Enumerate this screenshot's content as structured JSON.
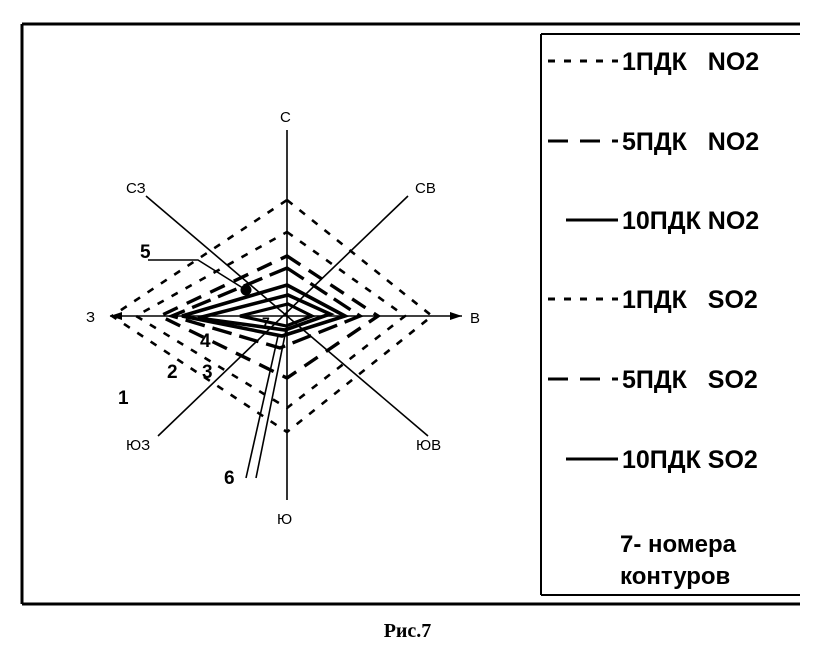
{
  "directions": {
    "n": "С",
    "ne": "СВ",
    "e": "В",
    "se": "ЮВ",
    "s": "Ю",
    "sw": "ЮЗ",
    "w": "З",
    "nw": "СЗ"
  },
  "contour_numbers": [
    "1",
    "2",
    "3",
    "4",
    "5",
    "6",
    "7"
  ],
  "legend": [
    {
      "label": "1ПДК   NO2",
      "style": "short-dash"
    },
    {
      "label": "5ПДК   NO2",
      "style": "long-dash"
    },
    {
      "label": "10ПДК NO2",
      "style": "solid"
    },
    {
      "label": "1ПДК   SO2",
      "style": "short-dash"
    },
    {
      "label": "5ПДК   SO2",
      "style": "long-dash"
    },
    {
      "label": "10ПДК SO2",
      "style": "solid"
    }
  ],
  "legend_note": [
    "7- номера",
    "контуров"
  ],
  "caption": "Рис.7"
}
